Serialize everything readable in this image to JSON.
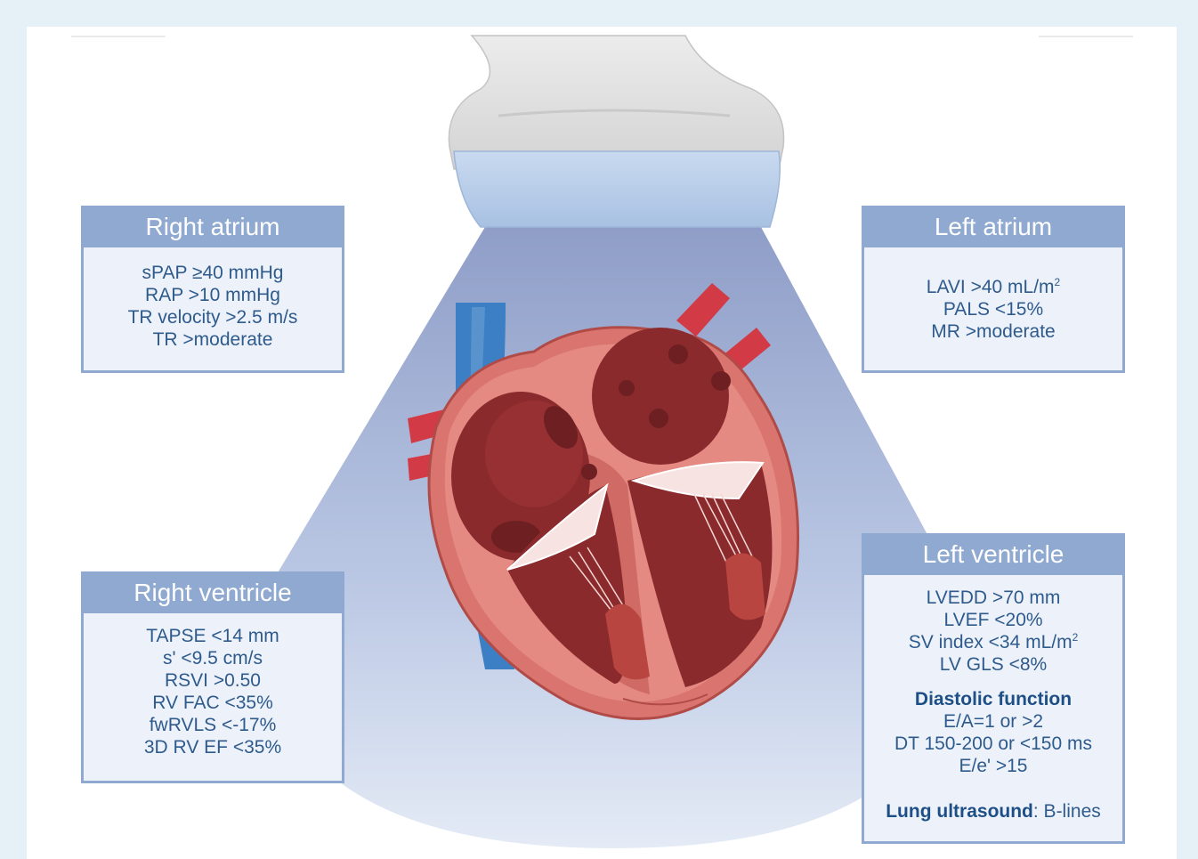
{
  "colors": {
    "panel_border": "#8fa9d0",
    "panel_text": "#2e5a8c",
    "beam_top": "#8f9ec8",
    "heart_outer": "#d9756e",
    "heart_chamber": "#8a2a2c",
    "vein_blue": "#3c7fc4",
    "artery_red": "#d23a45"
  },
  "icons": [
    "ultrasound-probe-icon",
    "heart-illustration"
  ],
  "panels": {
    "right_atrium": {
      "title": "Right atrium",
      "lines": [
        "sPAP ≥40 mmHg",
        "RAP >10 mmHg",
        "TR velocity >2.5 m/s",
        "TR >moderate"
      ]
    },
    "left_atrium": {
      "title": "Left atrium",
      "lavi": "LAVI >40 mL/m",
      "lavi_sup": "2",
      "pals": "PALS <15%",
      "mr": "MR >moderate"
    },
    "right_ventricle": {
      "title": "Right ventricle",
      "lines": [
        "TAPSE <14 mm",
        "s' <9.5 cm/s",
        "RSVI >0.50",
        "RV FAC <35%",
        "fwRVLS <-17%",
        "3D RV EF <35%"
      ]
    },
    "left_ventricle": {
      "title": "Left ventricle",
      "lvedd": "LVEDD >70 mm",
      "lvef": "LVEF <20%",
      "sv_index": "SV index <34 mL/m",
      "sv_sup": "2",
      "gls": "LV GLS <8%",
      "diastolic_title": "Diastolic function",
      "diastolic_lines": [
        "E/A=1 or >2",
        "DT 150-200 or <150 ms",
        "E/e' >15"
      ],
      "lung_label": "Lung ultrasound",
      "lung_value": ": B-lines"
    }
  }
}
